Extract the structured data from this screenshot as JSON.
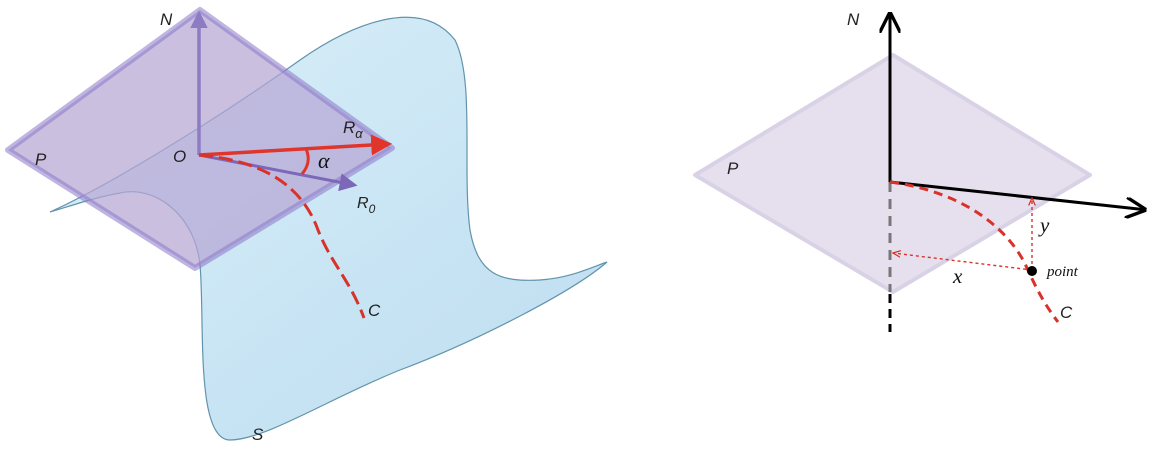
{
  "left_figure": {
    "labels": {
      "normal": "N",
      "plane": "P",
      "origin": "O",
      "r_alpha_main": "R",
      "r_alpha_sub": "α",
      "angle": "α",
      "r_zero_main": "R",
      "r_zero_sub": "0",
      "curve": "C",
      "surface": "S"
    },
    "colors": {
      "surface_fill": "#cfe8f6",
      "surface_stroke": "#5a8fa8",
      "plane_fill": "#b7a6d4",
      "plane_stroke": "#8a79c9",
      "normal_arrow": "#8e7cc3",
      "r_alpha_arrow": "#e0352b",
      "r_zero_arrow": "#7d67b8",
      "curve": "#d9322a"
    }
  },
  "right_figure": {
    "labels": {
      "normal": "N",
      "plane": "P",
      "y_axis": "y",
      "x_axis": "x",
      "point": "point",
      "curve": "C"
    },
    "colors": {
      "plane_fill": "#e6e0ee",
      "plane_stroke": "#d9d2e6",
      "axes": "#000000",
      "curve": "#d9322a",
      "projection": "#d9322a",
      "dashed_axis_gray": "#777777"
    }
  }
}
